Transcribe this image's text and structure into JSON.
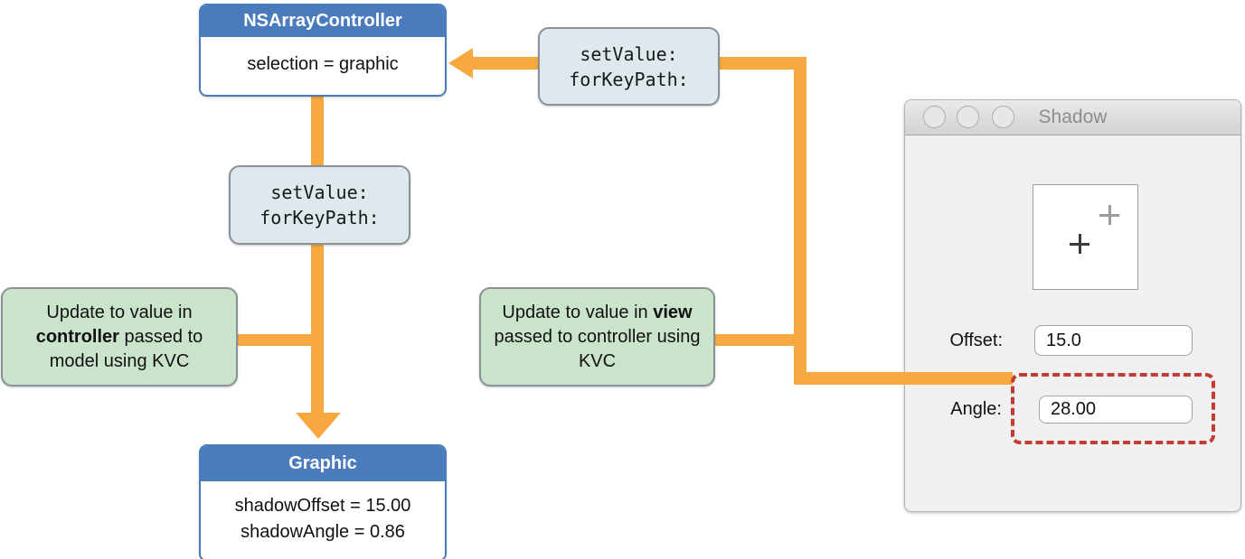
{
  "colors": {
    "accent_orange": "#F7A83F",
    "node_blue": "#4A7CBD",
    "kvc_fill": "#DDE9ED",
    "note_green": "#C9E4CB",
    "highlight_red": "#C23B34"
  },
  "controller_box": {
    "title": "NSArrayController",
    "body": "selection = graphic"
  },
  "graphic_box": {
    "title": "Graphic",
    "line1": "shadowOffset = 15.00",
    "line2": "shadowAngle = 0.86"
  },
  "kvc_call": {
    "line1": "setValue:",
    "line2": "forKeyPath:"
  },
  "notes": {
    "left": {
      "pre": "Update to value in ",
      "bold": "controller",
      "post": " passed to model using KVC"
    },
    "middle": {
      "pre": "Update to value in ",
      "bold": "view",
      "post": " passed to controller using KVC"
    }
  },
  "window": {
    "title": "Shadow",
    "offset": {
      "label": "Offset:",
      "value": "15.0"
    },
    "angle": {
      "label": "Angle:",
      "value": "28.00"
    }
  }
}
